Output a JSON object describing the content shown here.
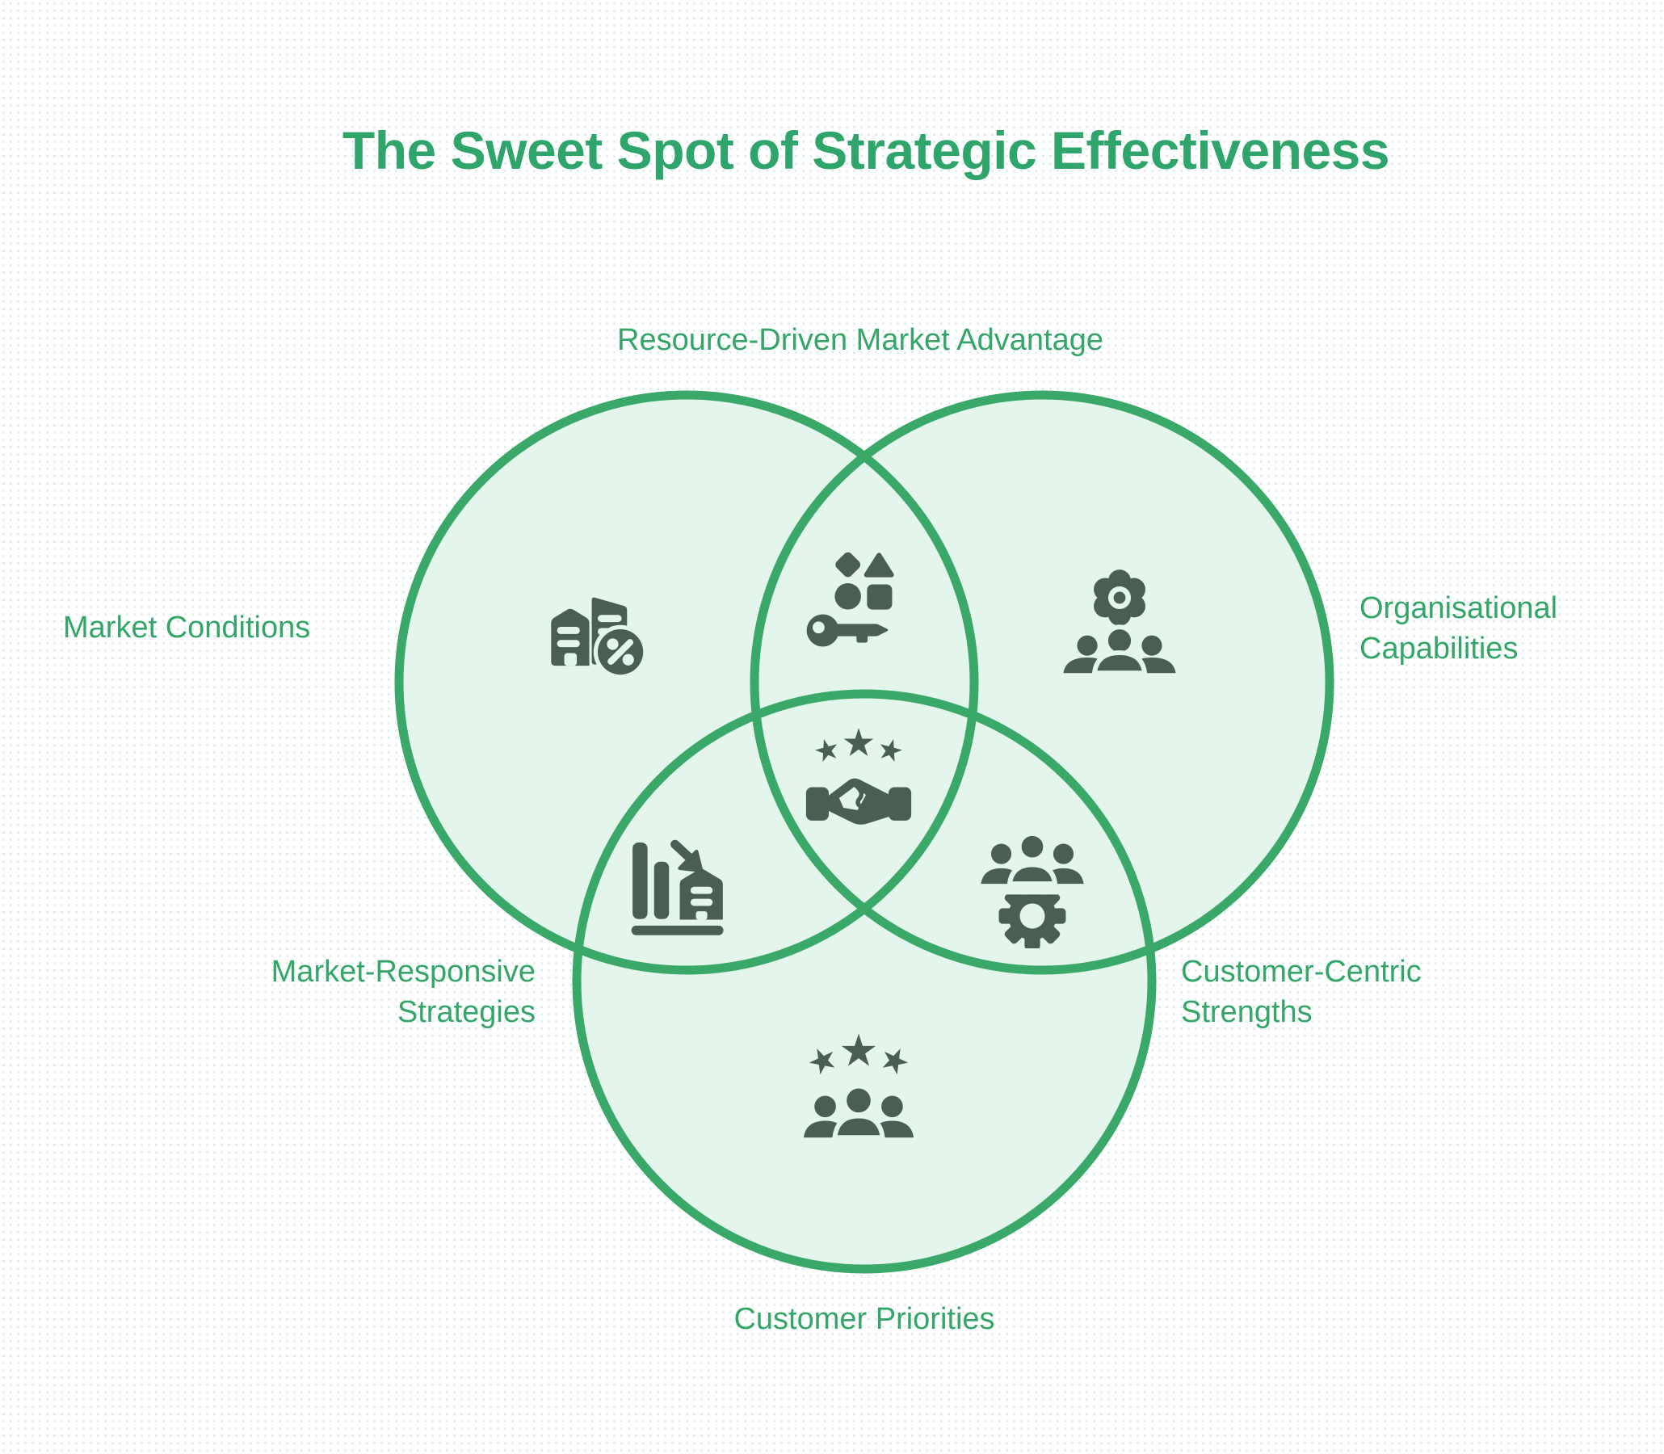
{
  "title": "The Sweet Spot of Strategic Effectiveness",
  "colors": {
    "title_green": "#2fa56b",
    "label_green": "#35a56a",
    "circle_stroke": "#3aa869",
    "circle_fill": "#e4f6ec",
    "icon_color": "#4b5e53",
    "background": "#ffffff"
  },
  "venn": {
    "circles": [
      {
        "label": "Market Conditions",
        "icon": "buildings-percent-icon",
        "position": "top-left"
      },
      {
        "label": "Organisational Capabilities",
        "icon": "gear-people-icon",
        "position": "top-right"
      },
      {
        "label": "Customer Priorities",
        "icon": "people-stars-icon",
        "position": "bottom"
      }
    ],
    "overlaps": [
      {
        "label": "Resource-Driven Market Advantage",
        "icon": "key-shapes-icon",
        "between": [
          "Market Conditions",
          "Organisational Capabilities"
        ]
      },
      {
        "label": "Market-Responsive Strategies",
        "icon": "declining-chart-building-icon",
        "between": [
          "Market Conditions",
          "Customer Priorities"
        ]
      },
      {
        "label": "Customer-Centric Strengths",
        "icon": "people-gear-icon",
        "between": [
          "Organisational Capabilities",
          "Customer Priorities"
        ]
      },
      {
        "label": "",
        "icon": "handshake-stars-icon",
        "between": [
          "Market Conditions",
          "Organisational Capabilities",
          "Customer Priorities"
        ]
      }
    ]
  }
}
